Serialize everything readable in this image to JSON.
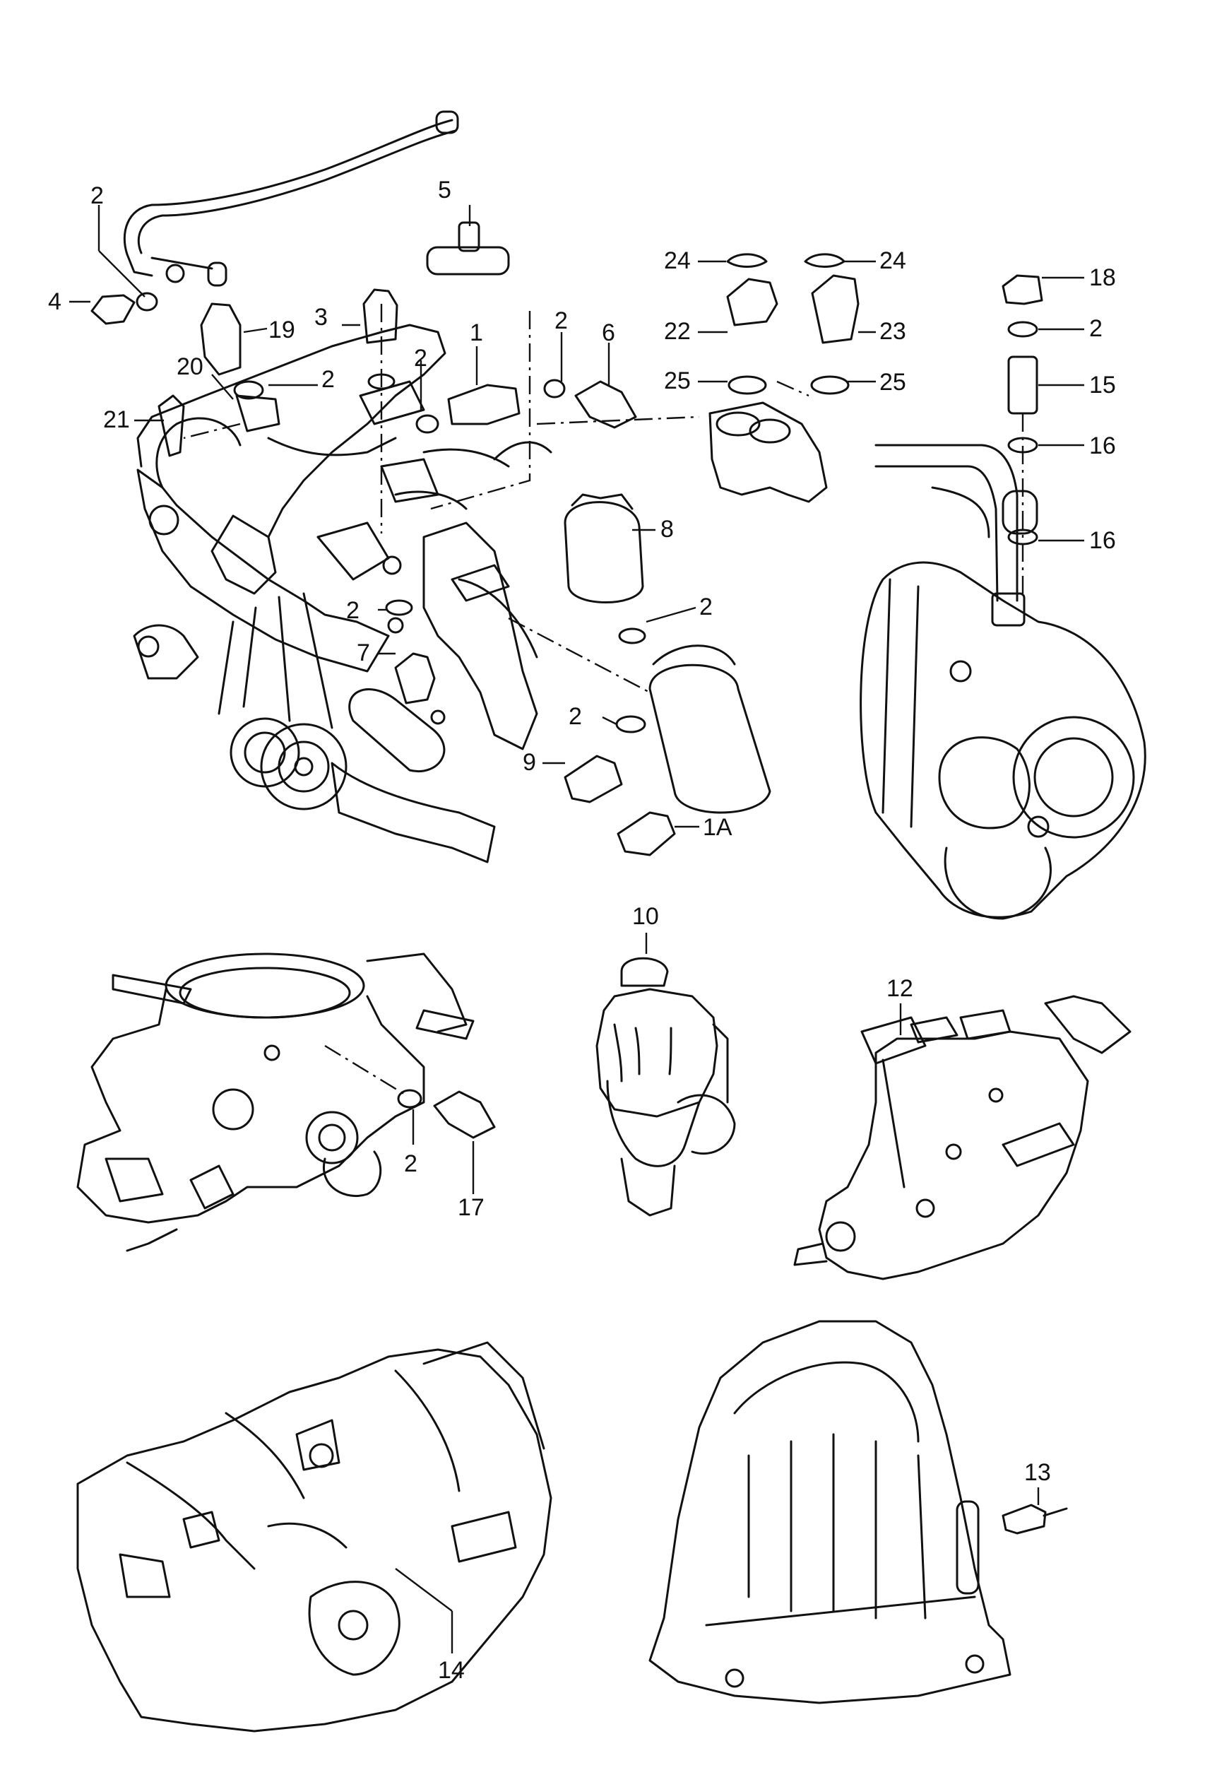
{
  "callouts": {
    "c1": "1",
    "c1a": "1A",
    "c2a": "2",
    "c2b": "2",
    "c2c": "2",
    "c2d": "2",
    "c2e": "2",
    "c2f": "2",
    "c2g": "2",
    "c2h": "2",
    "c2i": "2",
    "c3": "3",
    "c4": "4",
    "c5": "5",
    "c6": "6",
    "c7": "7",
    "c8": "8",
    "c9": "9",
    "c10": "10",
    "c12": "12",
    "c13": "13",
    "c14": "14",
    "c15": "15",
    "c16a": "16",
    "c16b": "16",
    "c17": "17",
    "c18": "18",
    "c19": "19",
    "c20": "20",
    "c21": "21",
    "c22": "22",
    "c23": "23",
    "c24a": "24",
    "c24b": "24",
    "c25a": "25",
    "c25b": "25"
  }
}
